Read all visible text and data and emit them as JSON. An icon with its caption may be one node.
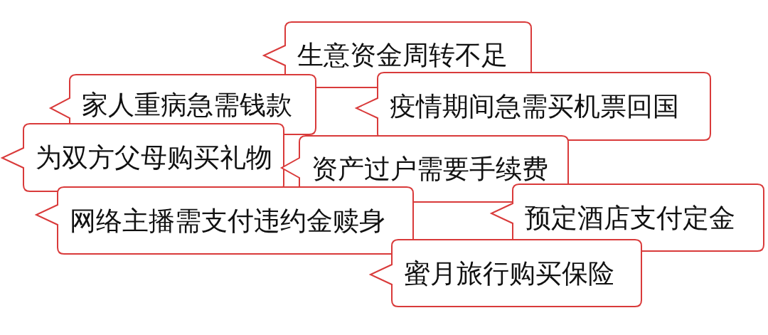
{
  "diagram": {
    "nodes": [
      {
        "text": [
          "生意资金周转不足"
        ]
      },
      {
        "text": [
          "家人重病急需钱款"
        ]
      },
      {
        "text": [
          "疫情期间急需买机票回国"
        ]
      },
      {
        "text": [
          "为双方父母购买礼物"
        ]
      },
      {
        "text": [
          "资产过户需要手续费"
        ]
      },
      {
        "text": [
          "网络主播需支付违约金赎身"
        ]
      },
      {
        "text": [
          "预定酒店支付定金"
        ]
      },
      {
        "text": [
          "蜜月旅行购买保险"
        ]
      }
    ]
  }
}
